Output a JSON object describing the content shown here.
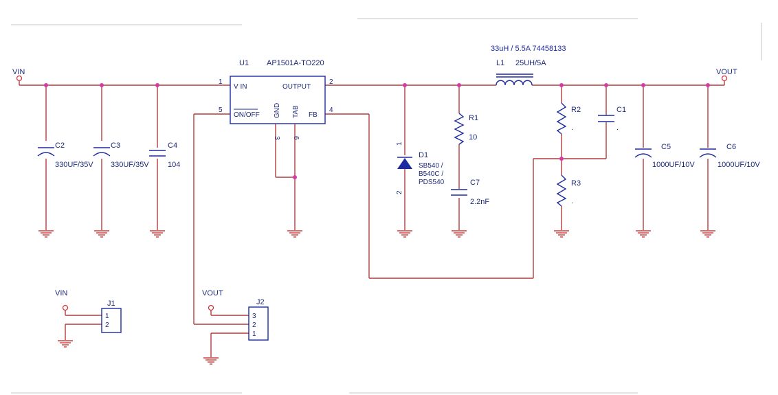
{
  "note": {
    "inductor_part": "33uH / 5.5A   74458133"
  },
  "nets": {
    "vin": "VIN",
    "vout": "VOUT"
  },
  "u1": {
    "ref": "U1",
    "part": "AP1501A-TO220",
    "pin_vin": "V IN",
    "pin_output": "OUTPUT",
    "pin_onoff": "ON/OFF",
    "pin_gnd": "GND",
    "pin_tab": "TAB",
    "pin_fb": "FB",
    "pin_nums": {
      "p1": "1",
      "p2": "2",
      "p3": "3",
      "p4": "4",
      "p5": "5",
      "p6": "6"
    }
  },
  "components": {
    "c2": {
      "ref": "C2",
      "value": "330UF/35V"
    },
    "c3": {
      "ref": "C3",
      "value": "330UF/35V"
    },
    "c4": {
      "ref": "C4",
      "value": "104"
    },
    "d1": {
      "ref": "D1",
      "value_lines": [
        "SB540 /",
        "B540C /",
        "PDS540"
      ],
      "pin1": "1",
      "pin2": "2"
    },
    "r1": {
      "ref": "R1",
      "value": "10"
    },
    "c7": {
      "ref": "C7",
      "value": "2.2nF"
    },
    "l1": {
      "ref": "L1",
      "value": "25UH/5A"
    },
    "r2": {
      "ref": "R2",
      "value": "."
    },
    "r3": {
      "ref": "R3",
      "value": "."
    },
    "c1": {
      "ref": "C1",
      "value": "."
    },
    "c5": {
      "ref": "C5",
      "value": "1000UF/10V"
    },
    "c6": {
      "ref": "C6",
      "value": "1000UF/10V"
    }
  },
  "connectors": {
    "j1": {
      "ref": "J1",
      "net": "VIN",
      "pins": [
        "1",
        "2"
      ]
    },
    "j2": {
      "ref": "J2",
      "net": "VOUT",
      "pins": [
        "3",
        "2",
        "1"
      ]
    }
  },
  "colors": {
    "wire": "#b03c3c",
    "symbol": "#1d2aa0",
    "junction": "#d63aa4",
    "ground": "#d43838"
  }
}
